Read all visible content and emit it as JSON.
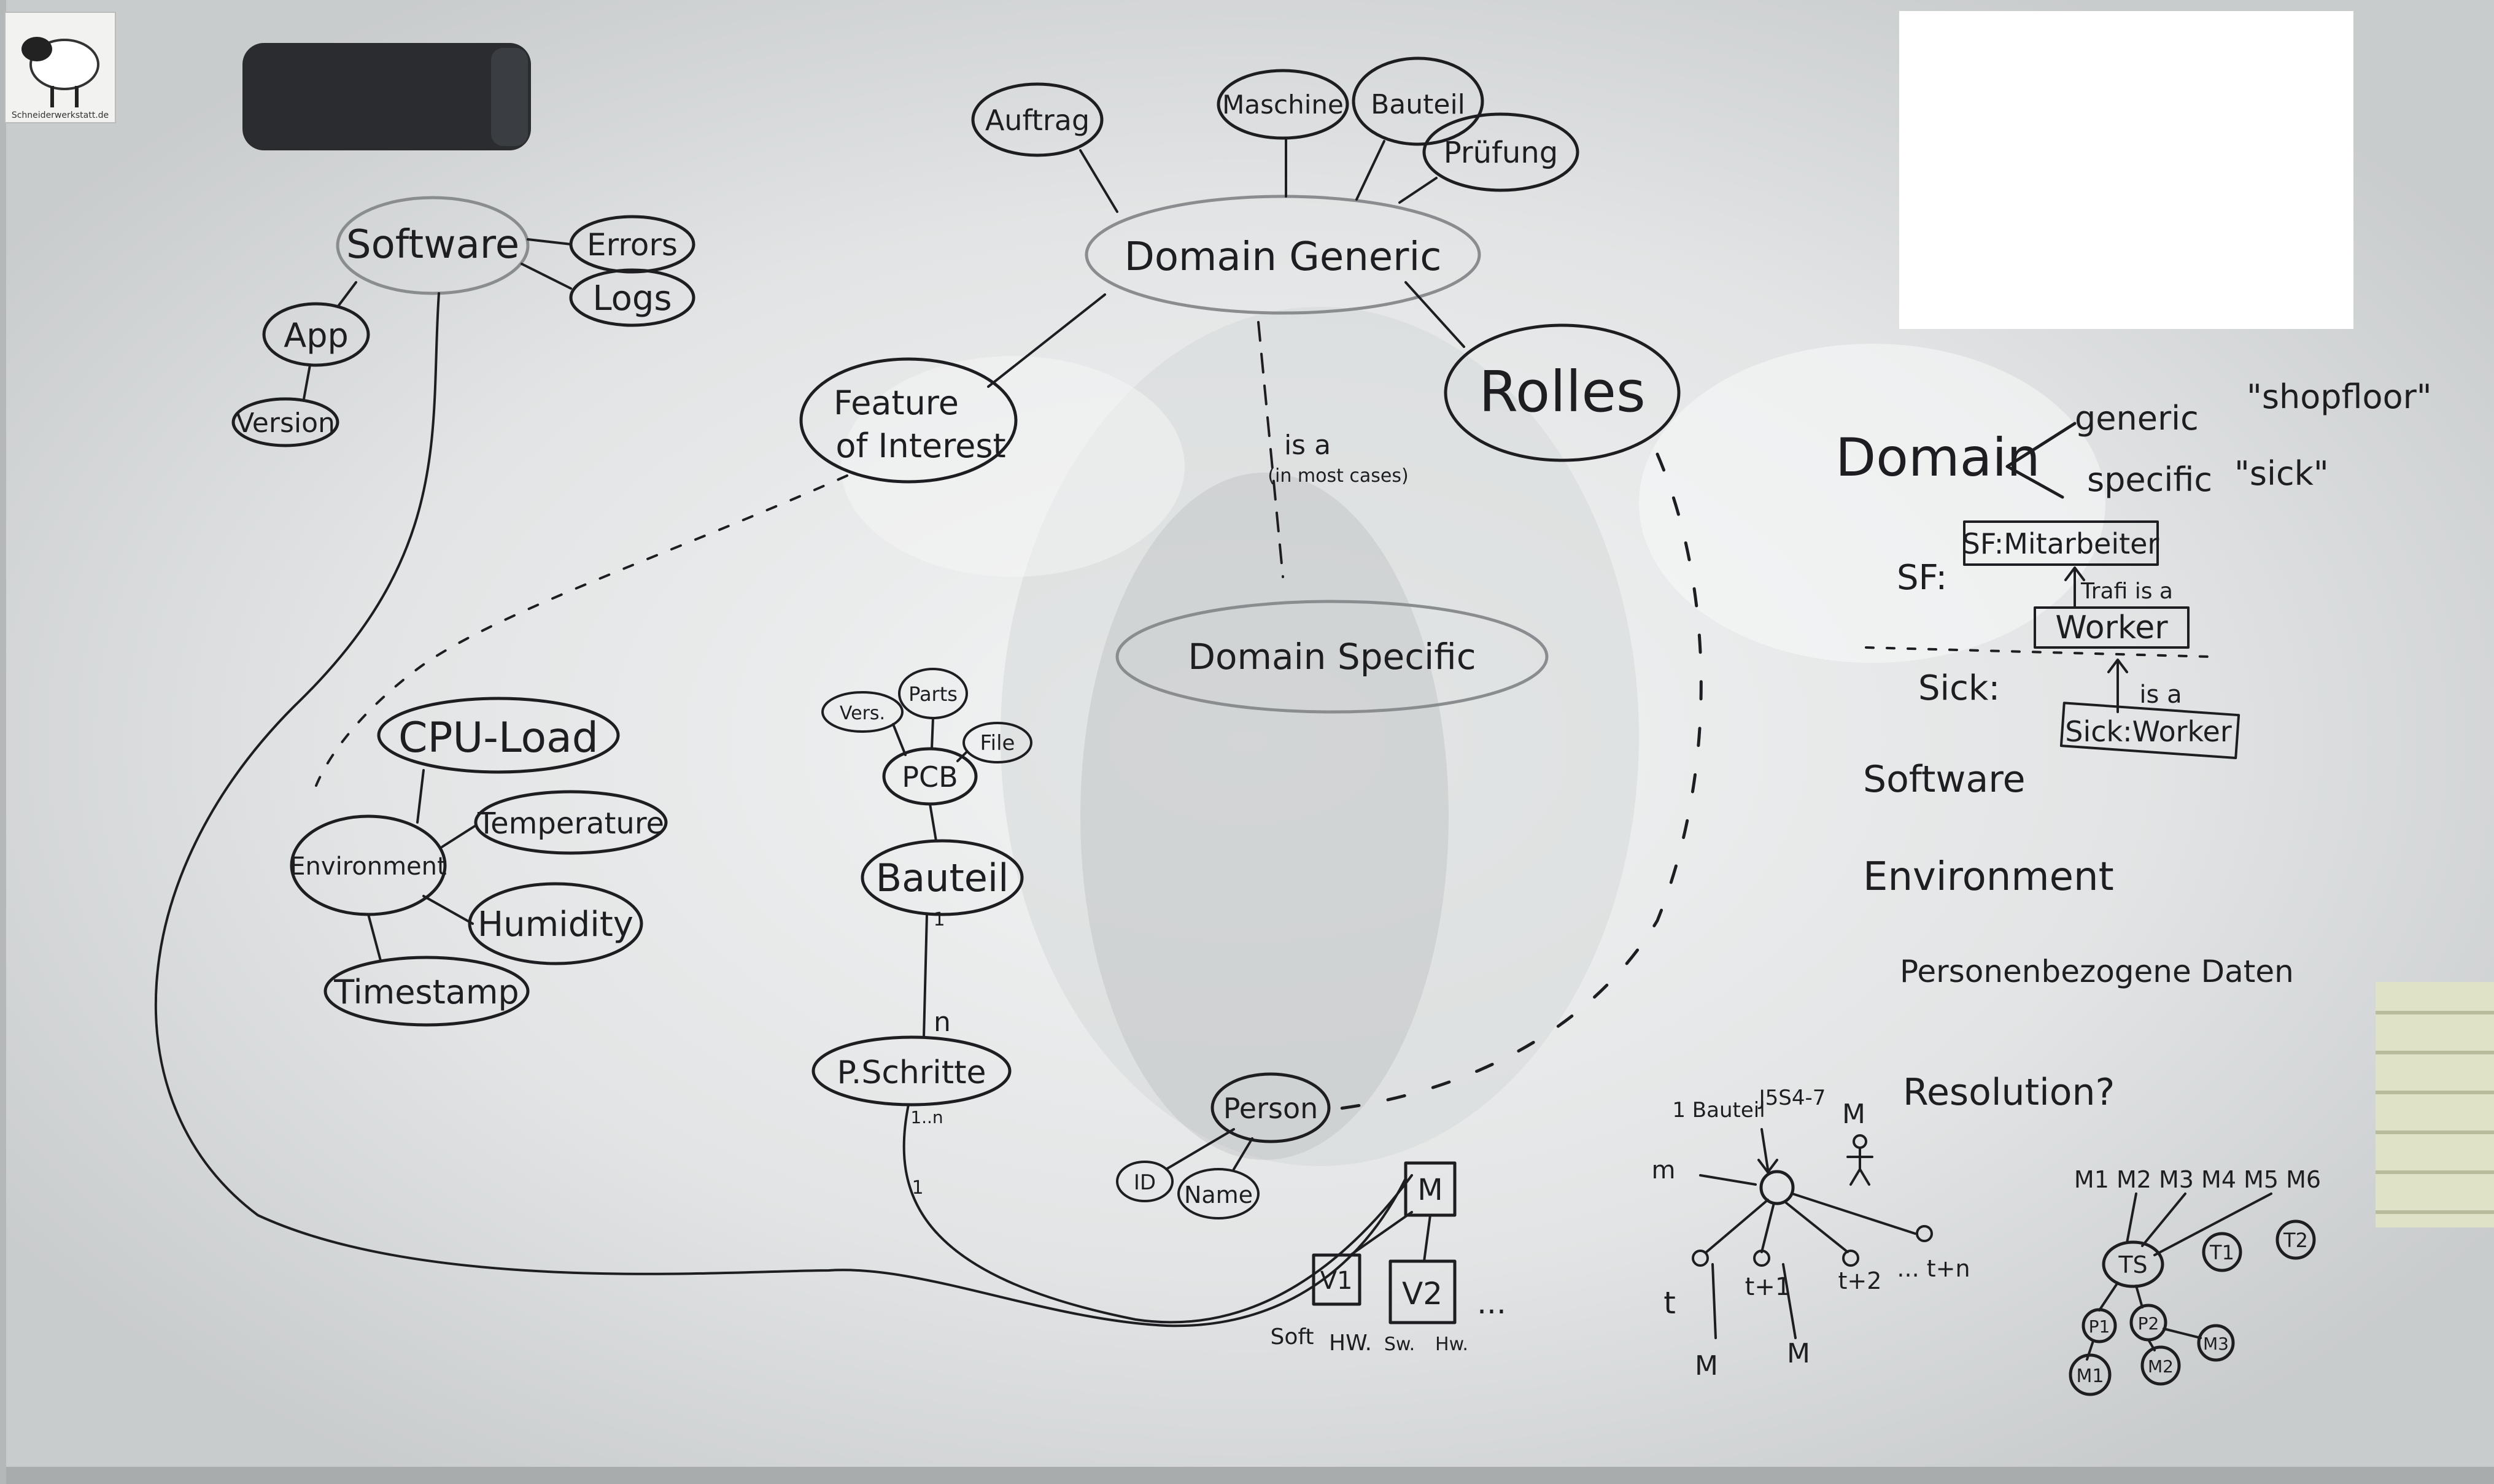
{
  "logo": {
    "caption": "Schneiderwerkstatt.de"
  },
  "mindmap_left": {
    "software": "Software",
    "errors": "Errors",
    "logs": "Logs",
    "app": "App",
    "version": "Version"
  },
  "mindmap_domain": {
    "auftrag": "Auftrag",
    "maschine": "Maschine",
    "bauteil": "Bauteil",
    "pruefung": "Prüfung",
    "domain_generic": "Domain Generic",
    "feature_line1": "Feature",
    "feature_line2": "of Interest",
    "rolles": "Rolles",
    "is_a": "is a",
    "is_a_note": "(in most cases)",
    "domain_specific": "Domain Specific"
  },
  "mindmap_env": {
    "cpu_load": "CPU-Load",
    "environment": "Environment",
    "temperature": "Temperature",
    "humidity": "Humidity",
    "timestamp": "Timestamp"
  },
  "mindmap_pcb": {
    "vers": "Vers.",
    "parts": "Parts",
    "file": "File",
    "pcb": "PCB",
    "bauteil": "Bauteil",
    "card_1": "1",
    "card_n": "n",
    "p_schritte": "P.Schritte",
    "card_1n": "1..n",
    "card_1b": "1"
  },
  "mindmap_person": {
    "person": "Person",
    "id": "ID",
    "name": "Name",
    "m_box": "M",
    "v1": "V1",
    "v2": "V2",
    "dots": "...",
    "soft": "Soft",
    "hw": "HW.",
    "sw": "Sw.",
    "hw2": "Hw."
  },
  "right_notes": {
    "domain": "Domain",
    "generic": "generic",
    "generic_example": "\"shopfloor\"",
    "specific": "specific",
    "specific_example": "\"sick\"",
    "sf_label": "SF:",
    "sf_mitarbeiter": "SF:Mitarbeiter",
    "trafi_is_a": "Trafi is a",
    "worker": "Worker",
    "sick_label": "Sick:",
    "is_a": "is a",
    "sick_worker": "Sick:Worker",
    "software": "Software",
    "environment": "Environment",
    "personal_data": "Personenbezogene Daten",
    "resolution": "Resolution?"
  },
  "tree_diagram": {
    "bauteil_label": "1 Bauteil",
    "bauteil_id": "J5S4-7",
    "m_top": "M",
    "m_left": "m",
    "t": "t",
    "t1": "t+1",
    "t2": "t+2",
    "tn": "... t+n",
    "m_bottom1": "M",
    "m_bottom2": "M"
  },
  "tree_small": {
    "header": "M1 M2 M3 M4 M5 M6",
    "root": "TS",
    "t1": "T1",
    "t2": "T2",
    "p1": "P1",
    "p2": "P2",
    "m1": "M1",
    "m2": "M2",
    "m3": "M3"
  }
}
